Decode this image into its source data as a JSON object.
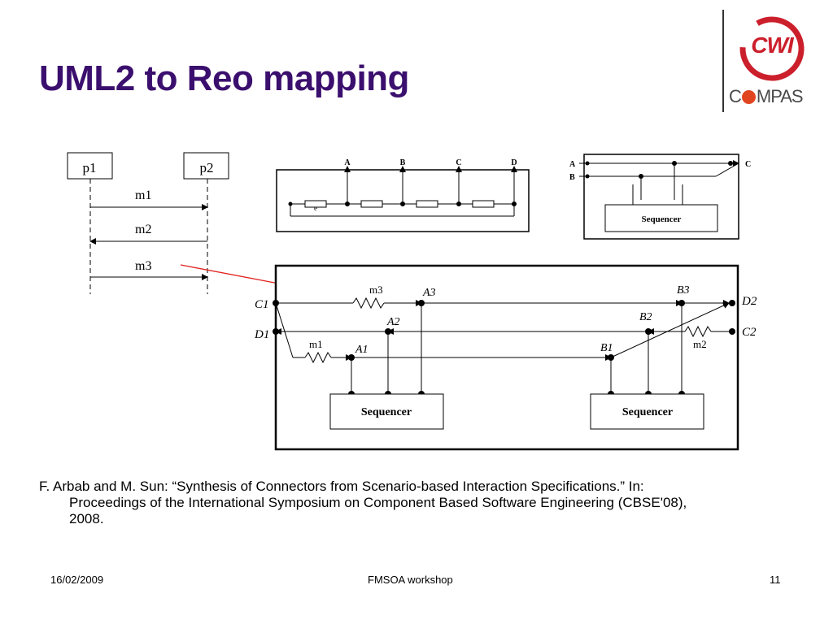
{
  "title": "UML2 to Reo mapping",
  "logos": {
    "cwi": "CWI",
    "compas_prefix": "C",
    "compas_suffix": "MPAS"
  },
  "sequence_diagram": {
    "lifelines": [
      "p1",
      "p2"
    ],
    "messages": [
      "m1",
      "m2",
      "m3"
    ]
  },
  "connector_top_left": {
    "ports": [
      "A",
      "B",
      "C",
      "D"
    ],
    "fifo_label": "e"
  },
  "connector_top_right": {
    "ports": [
      "A",
      "B",
      "C"
    ],
    "sequencer": "Sequencer"
  },
  "connector_main": {
    "ends": [
      "C1",
      "D1",
      "D2",
      "C2"
    ],
    "nodes": [
      "A1",
      "A2",
      "A3",
      "B1",
      "B2",
      "B3"
    ],
    "channels": [
      "m1",
      "m2",
      "m3"
    ],
    "sequencers": [
      "Sequencer",
      "Sequencer"
    ]
  },
  "reference": {
    "line1": "F. Arbab and M. Sun: “Synthesis of Connectors from Scenario-based Interaction Specifications.” In:",
    "line2": "Proceedings of the International Symposium on Component Based Software Engineering (CBSE'08),",
    "line3": "2008."
  },
  "footer": {
    "date": "16/02/2009",
    "event": "FMSOA workshop",
    "page": "11"
  },
  "colors": {
    "title": "#3b0f6e",
    "cwi_red": "#cc1f2c",
    "arrow_red": "#e0201c"
  }
}
